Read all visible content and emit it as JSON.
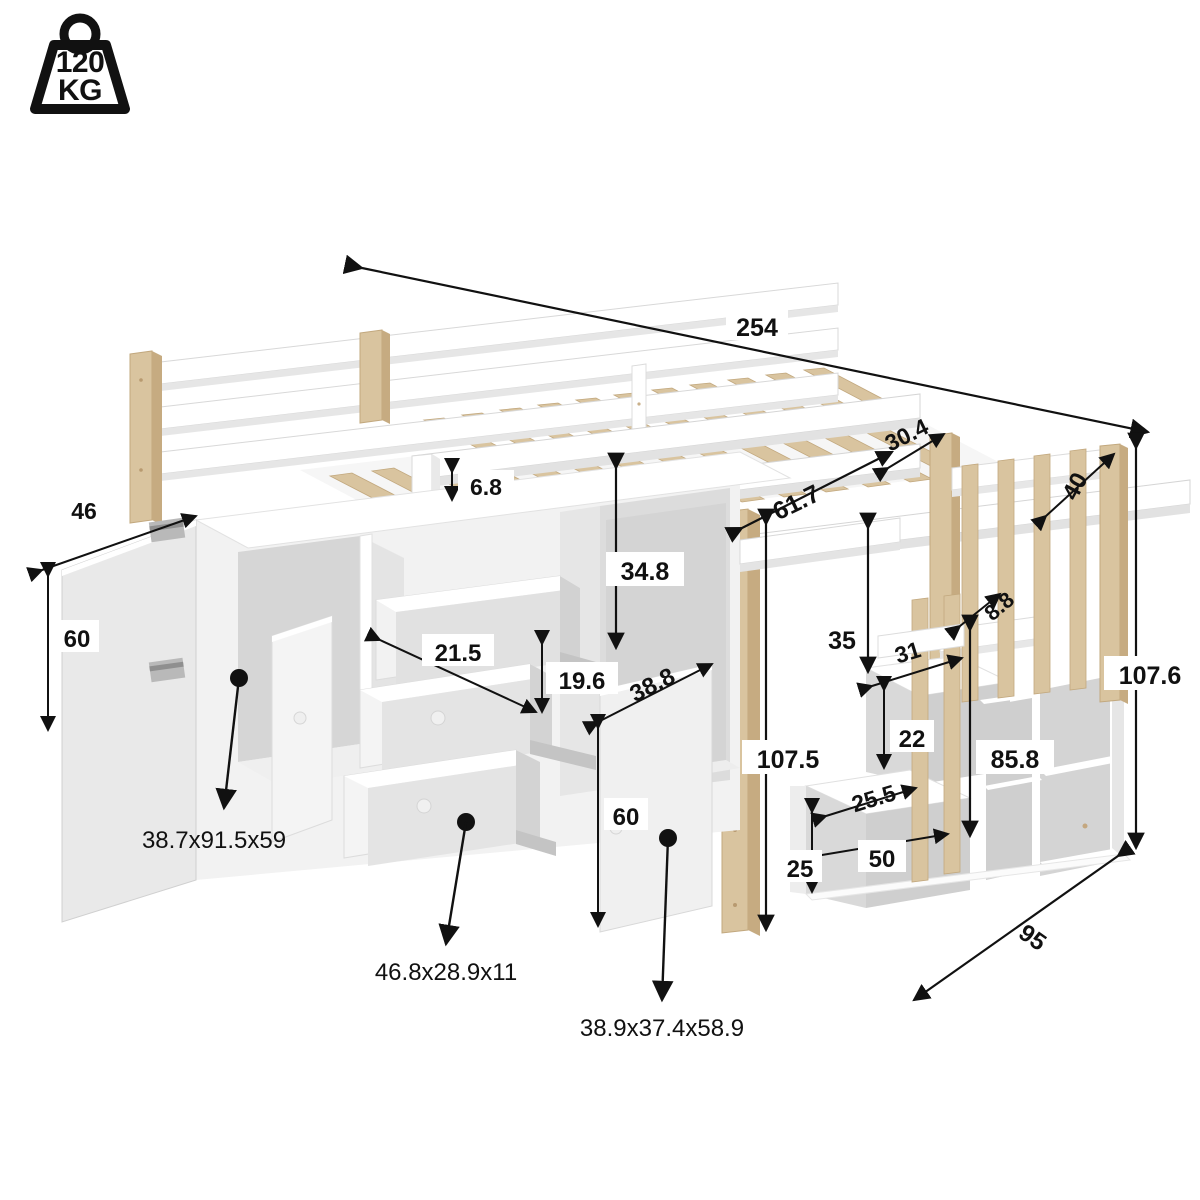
{
  "badge": {
    "name": "weight-capacity-badge",
    "value": "120",
    "unit": "KG",
    "icon": "weight-kettlebell-icon"
  },
  "product": {
    "type": "loft-bed-with-storage-stairs",
    "units": "cm"
  },
  "dimensions": {
    "overall_length": "254",
    "overall_height_right": "107.6",
    "overall_height_left": "107.5",
    "overall_depth": "95",
    "bed_width": "61.7",
    "bed_clearance_height": "34.8",
    "slat_gap": "6.8",
    "rail_offset_top": "30.4",
    "guardrail_top_width": "40",
    "guardrail_slat_width": "8.8",
    "stair_rail_height": "85.8",
    "under_bed_height": "35",
    "left_door_width": "46",
    "left_door_height": "60",
    "right_door_width": "38.8",
    "right_door_height": "60",
    "drawer_width": "21.5",
    "drawer_height": "19.6",
    "step_top_depth": "31",
    "step_riser_upper": "22",
    "step_depth_lower": "25.5",
    "step_width": "50",
    "step_riser_lower": "25"
  },
  "callouts": [
    {
      "name": "left-cabinet-callout",
      "text": "38.7x91.5x59"
    },
    {
      "name": "drawer-callout",
      "text": "46.8x28.9x11"
    },
    {
      "name": "right-cabinet-callout",
      "text": "38.9x37.4x58.9"
    }
  ],
  "colors": {
    "wood": "#d9c49f",
    "wood_dark": "#c6ab81",
    "white_face": "#ffffff",
    "white_shade": "#ececec",
    "white_shade_2": "#e0e0e0",
    "grey_inner": "#d2d2d2",
    "line": "#111111"
  }
}
